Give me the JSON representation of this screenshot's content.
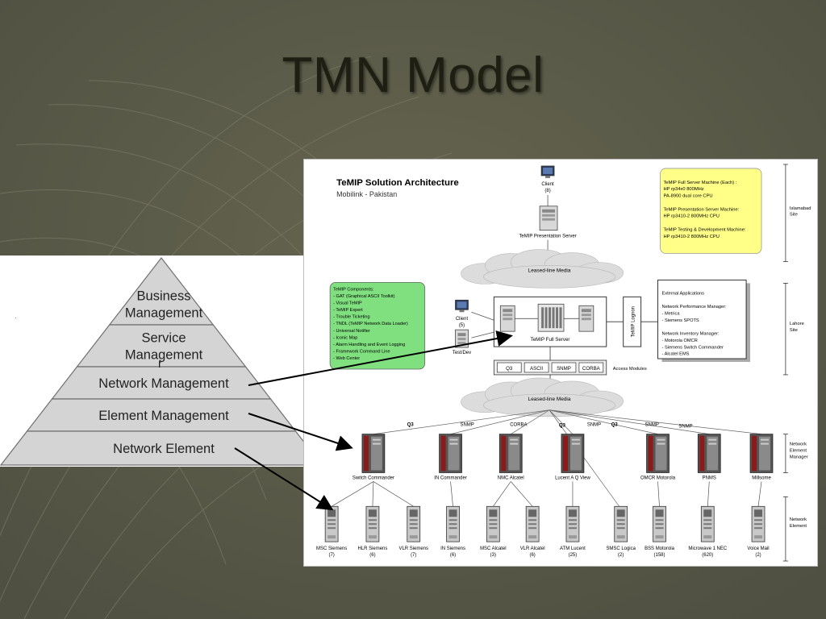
{
  "slide": {
    "title": "TMN Model",
    "text_color": "#1e1e12",
    "background": "#5b5b4c"
  },
  "pyramid": {
    "layers": [
      {
        "lines": [
          "Business",
          "Management"
        ]
      },
      {
        "lines": [
          "Service",
          "Management"
        ]
      },
      {
        "lines": [
          "Network Management"
        ]
      },
      {
        "lines": [
          "Element Management"
        ]
      },
      {
        "lines": [
          "Network Element"
        ]
      }
    ],
    "stray_mark": "r",
    "fill": "#d4d4d4"
  },
  "architecture": {
    "title": "TeMIP Solution Architecture",
    "subtitle": "Mobilink - Pakistan",
    "client_top": {
      "label": "Client",
      "count": "(8)"
    },
    "presentation_server": "TeMIP Presentation Server",
    "leased_line_top": "Leased-line Media",
    "leased_line_bottom": "Leased-line Media",
    "machines_note": [
      "TeMIP Full Server Machine (Each) :",
      "HP rp34x0 800MHz",
      "PA-8900 dual core CPU",
      "",
      "TeMIP Presentation Server Machine:",
      "HP rp3410-2 800MHz CPU",
      "",
      "TeMIP Testing & Development Machine:",
      "HP rp3410-2 800MHz CPU"
    ],
    "components_note": [
      "TeMIP Components:",
      "- GAT (Graphical ASCII Toolkit)",
      "- Visual TeMIP",
      "- TeMIP Expert",
      "- Trouble Ticketing",
      "- TNDL (TeMIP Network Data Loader)",
      "- Universal Notifier",
      "- Iconic Map",
      "- Alarm Handling and Event Logging",
      "- Framework Command Line",
      "- Web Center"
    ],
    "client_mid": {
      "label": "Client",
      "count": "(5)"
    },
    "test_dev": "Test/Dev",
    "full_server": "TeMIP Full Server",
    "lognon": "TeMIP Lognon",
    "external": [
      "External Applications",
      "",
      "Network Performance Manager:",
      "- Metrica",
      "- Siemens SPOTS",
      "",
      "Network Inventory Manager:",
      "- Motorola OMCR",
      "- Siemens Switch Commander",
      "- Alcatel EMS"
    ],
    "access_modules": [
      "Q3",
      "ASCII",
      "SNMP",
      "CORBA"
    ],
    "access_modules_label": "Access Modules",
    "protocols": [
      "Q3",
      "SNMP",
      "CORBA",
      "Q3",
      "SNMP",
      "Q3",
      "SNMP",
      "SNMP"
    ],
    "managers": [
      "Switch Commander",
      "IN Commander",
      "NMC Alcatel",
      "Lucent A Q View",
      "OMCR Motorola",
      "PNMS",
      "Millsome"
    ],
    "elements": [
      {
        "name": "MSC Siemens",
        "count": "(7)"
      },
      {
        "name": "HLR Siemens",
        "count": "(6)"
      },
      {
        "name": "VLR Siemens",
        "count": "(7)"
      },
      {
        "name": "IN Siemens",
        "count": "(6)"
      },
      {
        "name": "MSC Alcatel",
        "count": "(3)"
      },
      {
        "name": "VLR Alcatel",
        "count": "(6)"
      },
      {
        "name": "ATM Lucent",
        "count": "(25)"
      },
      {
        "name": "SMSC Logica",
        "count": "(2)"
      },
      {
        "name": "BSS Motorola",
        "count": "(158)"
      },
      {
        "name": "Microwave 1 NEC",
        "count": "(620)"
      },
      {
        "name": "Voice Mail",
        "count": "(2)"
      }
    ],
    "sites": [
      [
        "Islamabad",
        "Site"
      ],
      [
        "Lahore",
        "Site"
      ],
      [
        "Network",
        "Element",
        "Manager"
      ],
      [
        "Network",
        "Element"
      ]
    ],
    "colors": {
      "note_yellow": "#ffff88",
      "note_green": "#80e080",
      "cloud": "#dcdcdc",
      "server_red": "#8b1a1a"
    }
  }
}
